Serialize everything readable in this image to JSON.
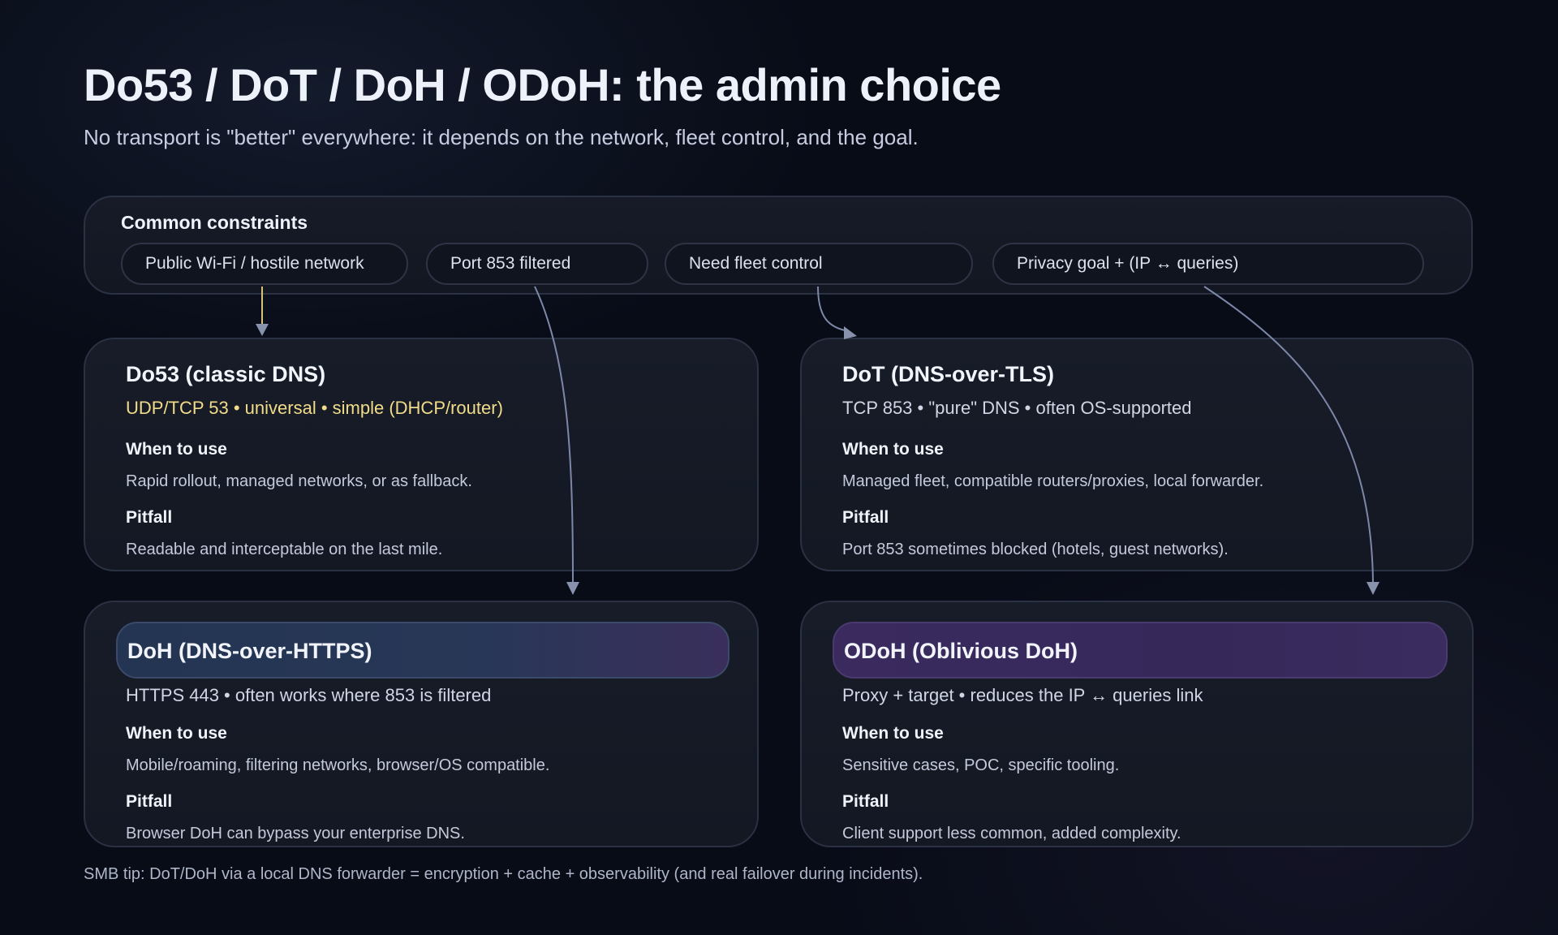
{
  "title": "Do53 / DoT / DoH / ODoH: the admin choice",
  "subtitle": "No transport is \"better\" everywhere: it depends on the network, fleet control, and the goal.",
  "constraints": {
    "title": "Common constraints",
    "chips": [
      "Public Wi-Fi / hostile network",
      "Port 853 filtered",
      "Need fleet control",
      "Privacy goal + (IP ↔ queries)"
    ]
  },
  "cards": {
    "do53": {
      "title": "Do53 (classic DNS)",
      "tagline": "UDP/TCP 53 • universal • simple (DHCP/router)",
      "when_label": "When to use",
      "when_text": "Rapid rollout, managed networks, or as fallback.",
      "pitfall_label": "Pitfall",
      "pitfall_text": "Readable and interceptable on the last mile."
    },
    "dot": {
      "title": "DoT (DNS-over-TLS)",
      "tagline": "TCP 853 • \"pure\" DNS • often OS-supported",
      "when_label": "When to use",
      "when_text": "Managed fleet, compatible routers/proxies, local forwarder.",
      "pitfall_label": "Pitfall",
      "pitfall_text": "Port 853 sometimes blocked (hotels, guest networks)."
    },
    "doh": {
      "title": "DoH (DNS-over-HTTPS)",
      "tagline": "HTTPS 443 • often works where 853 is filtered",
      "when_label": "When to use",
      "when_text": "Mobile/roaming, filtering networks, browser/OS compatible.",
      "pitfall_label": "Pitfall",
      "pitfall_text": "Browser DoH can bypass your enterprise DNS."
    },
    "odoh": {
      "title": "ODoH (Oblivious DoH)",
      "tagline": "Proxy + target • reduces the IP ↔ queries link",
      "when_label": "When to use",
      "when_text": "Sensitive cases, POC, specific tooling.",
      "pitfall_label": "Pitfall",
      "pitfall_text": "Client support less common, added complexity."
    }
  },
  "tip": "SMB tip: DoT/DoH via a local DNS forwarder = encryption + cache + observability (and real failover during incidents).",
  "colors": {
    "accent_yellow": "#f1dc8a",
    "arrow_yellow": "#d8c277",
    "arrow_slate": "#7d88a8",
    "doh_highlight": "#283757",
    "odoh_highlight": "#3a2a5e"
  }
}
